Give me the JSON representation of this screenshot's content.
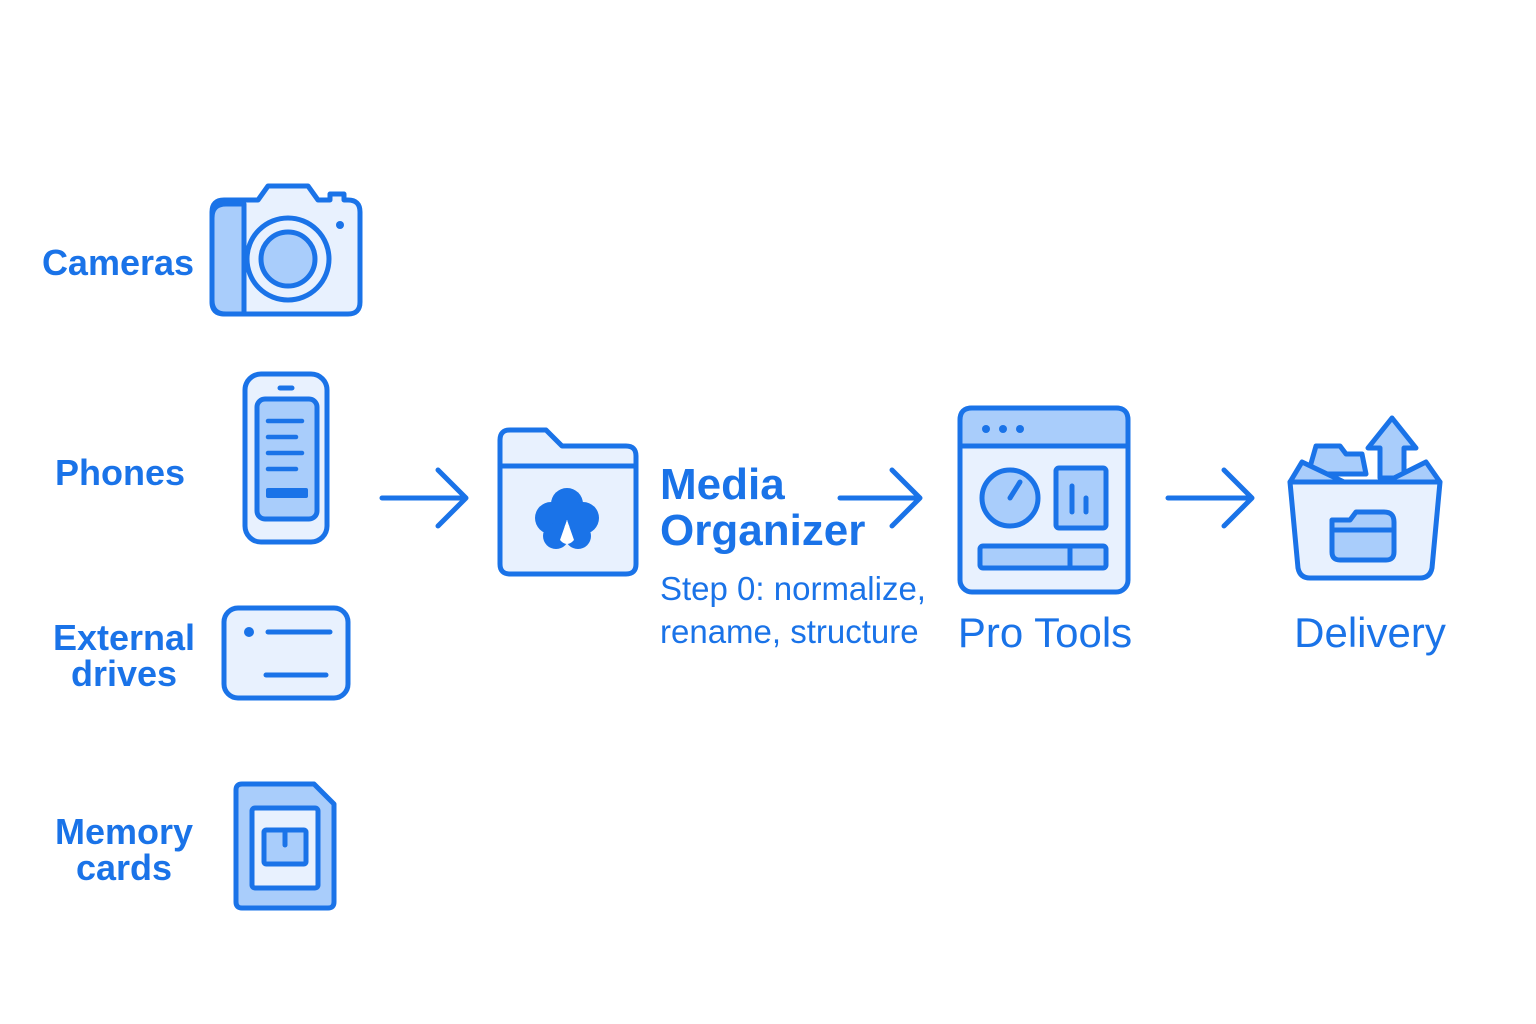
{
  "colors": {
    "stroke": "#1a73e8",
    "fill_light": "#e8f1fe",
    "fill_mid": "#a9cdfb",
    "text": "#1a73e8"
  },
  "sources": [
    {
      "label_lines": [
        "Cameras"
      ],
      "icon": "camera-icon"
    },
    {
      "label_lines": [
        "Phones"
      ],
      "icon": "phone-icon"
    },
    {
      "label_lines": [
        "External",
        "drives"
      ],
      "icon": "external-drive-icon"
    },
    {
      "label_lines": [
        "Memory",
        "cards"
      ],
      "icon": "memory-card-icon"
    }
  ],
  "organizer": {
    "icon": "folder-organizer-icon",
    "title_lines": [
      "Media",
      "Organizer"
    ],
    "subtitle_lines": [
      "Step 0: normalize,",
      "rename, structure"
    ]
  },
  "pro_tools": {
    "icon": "pro-tools-window-icon",
    "label": "Pro Tools"
  },
  "delivery": {
    "icon": "delivery-box-icon",
    "label": "Delivery"
  },
  "arrows": [
    "arrow-right-icon",
    "arrow-right-icon",
    "arrow-right-icon"
  ]
}
